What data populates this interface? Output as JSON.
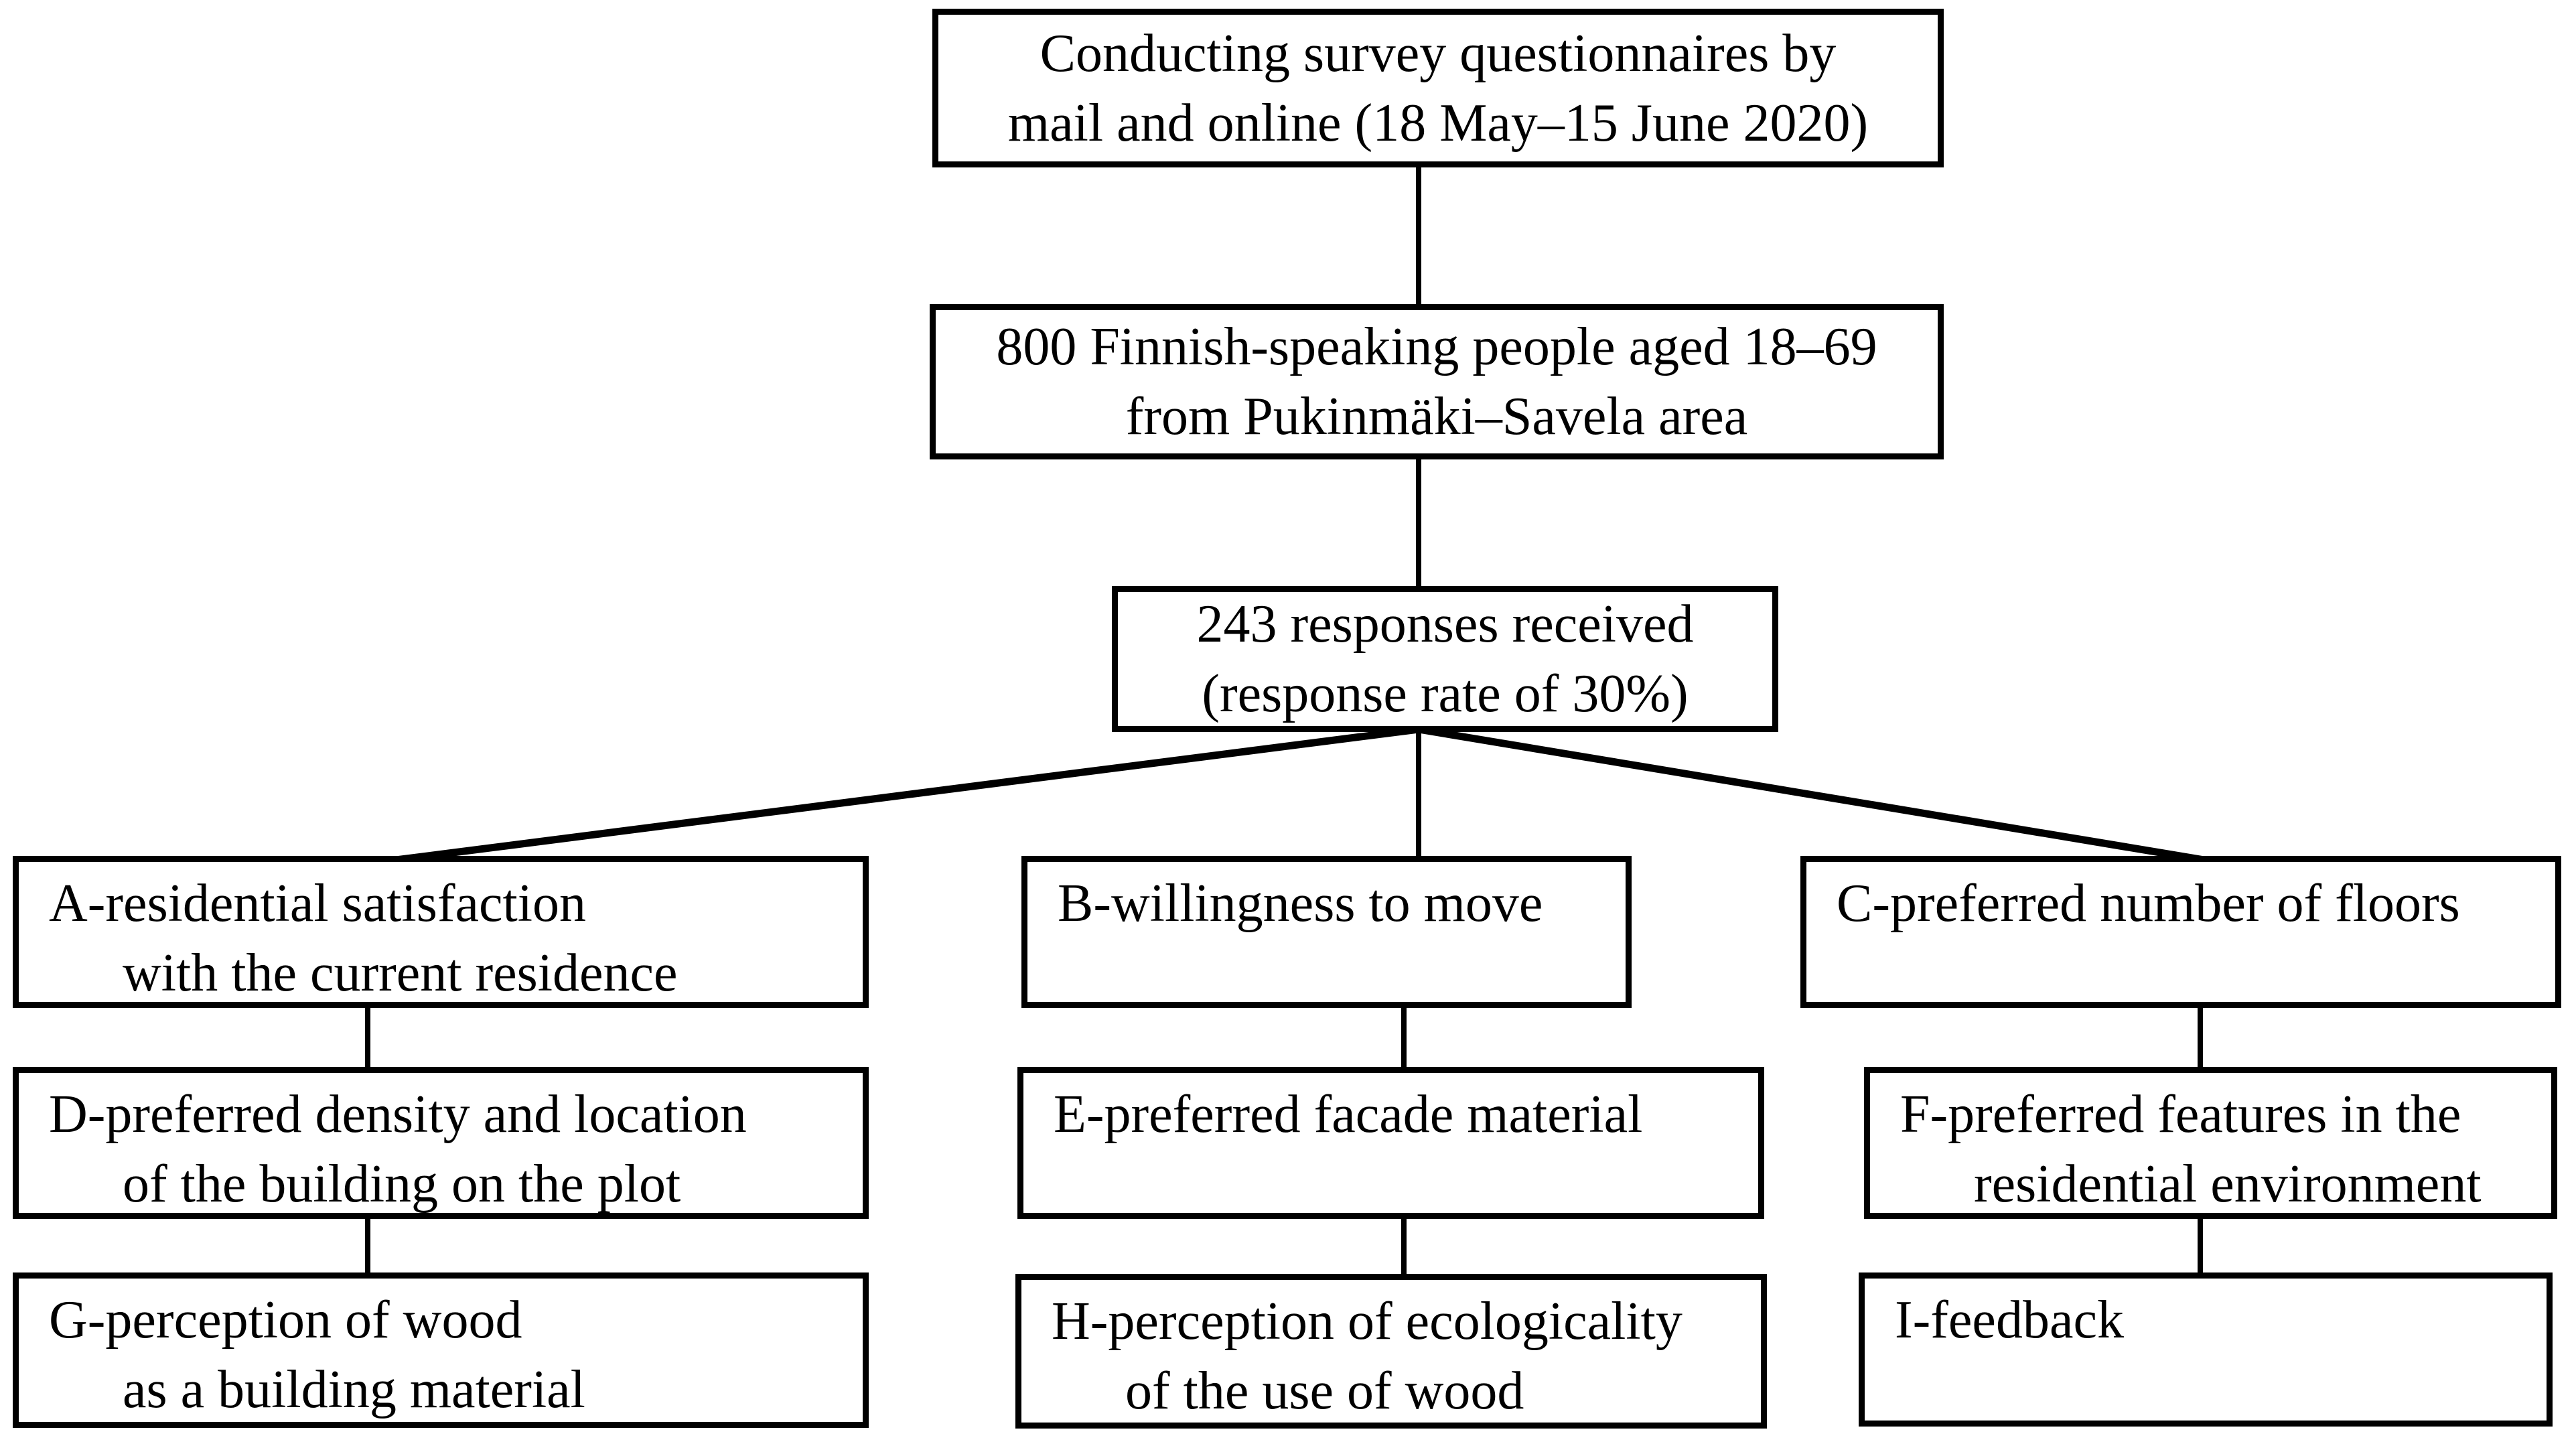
{
  "figure": {
    "background": "#ffffff",
    "line_color": "#000000",
    "box_border_color": "#000000",
    "text_color": "#000000"
  },
  "boxes": {
    "survey": {
      "lines": [
        "Conducting survey questionnaires by",
        "mail and online (18 May–15 June 2020)"
      ]
    },
    "sample": {
      "lines": [
        "800 Finnish-speaking people aged 18–69",
        "from Pukinmäki–Savela area"
      ]
    },
    "responses": {
      "lines": [
        "243 responses received",
        "(response rate of 30%)"
      ]
    },
    "a": {
      "lines": [
        "A-residential satisfaction",
        "with the current residence"
      ]
    },
    "b": {
      "lines": [
        "B-willingness to move"
      ]
    },
    "c": {
      "lines": [
        "C-preferred number of floors"
      ]
    },
    "d": {
      "lines": [
        "D-preferred density and location",
        "of the building on the plot"
      ]
    },
    "e": {
      "lines": [
        "E-preferred facade material"
      ]
    },
    "f": {
      "lines": [
        "F-preferred features in the",
        "residential environment"
      ]
    },
    "g": {
      "lines": [
        "G-perception of wood",
        "as a building material"
      ]
    },
    "h": {
      "lines": [
        "H-perception of ecologicality",
        "of the use of wood"
      ]
    },
    "i": {
      "lines": [
        "I-feedback"
      ]
    }
  }
}
